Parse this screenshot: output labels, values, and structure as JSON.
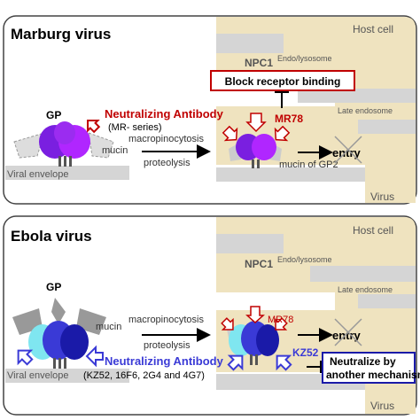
{
  "colors": {
    "panel_border": "#444444",
    "host_cell": "#efe3bf",
    "membrane": "#d5d5d5",
    "red": "#c00000",
    "blue": "#3a3ad6",
    "purple": "#7a1fe0",
    "violet": "#b026ff",
    "navy": "#1a1aa8",
    "cyan": "#7fe6f0",
    "gray_text": "#555555"
  },
  "icons": [
    "outline-arrow-icon",
    "inhibition-bar-icon",
    "cross-x-icon"
  ],
  "marburg": {
    "title": "Marburg virus",
    "host_cell": "Host cell",
    "npc1": "NPC1",
    "endo_lysosome": "Endo/lysosome",
    "late_endosome": "Late endosome",
    "block_label": "Block receptor binding",
    "gp_label": "GP",
    "nab_label": "Neutralizing Antibody",
    "mr_series": "(MR- series)",
    "mucin": "mucin",
    "macropinocytosis": "macropinocytosis",
    "proteolysis": "proteolysis",
    "mr78": "MR78",
    "mucin_gp2": "mucin of GP2",
    "entry": "entry",
    "viral_envelope": "Viral envelope",
    "virus": "Virus"
  },
  "ebola": {
    "title": "Ebola virus",
    "host_cell": "Host cell",
    "npc1": "NPC1",
    "endo_lysosome": "Endo/lysosome",
    "late_endosome": "Late endosome",
    "gp_label": "GP",
    "mucin": "mucin",
    "macropinocytosis": "macropinocytosis",
    "proteolysis": "proteolysis",
    "mr78": "MR78",
    "entry": "entry",
    "nab_label": "Neutralizing Antibody",
    "antibodies": "(KZ52, 16F6, 2G4 and 4G7)",
    "kz52": "KZ52",
    "neutralize_line1": "Neutralize by",
    "neutralize_line2": "another mechanism",
    "viral_envelope": "Viral envelope",
    "virus": "Virus"
  }
}
